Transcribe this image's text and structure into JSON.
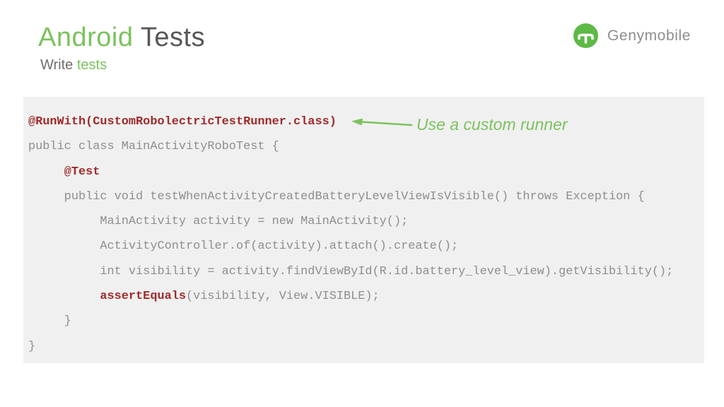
{
  "slide": {
    "header": {
      "title": {
        "accent": "Android ",
        "rest": "Tests"
      },
      "subtitle": {
        "lead": "Write ",
        "accent": "tests"
      }
    },
    "logo": {
      "brand": "Genymobile"
    },
    "annotation": {
      "label": "Use a custom runner"
    },
    "code": {
      "lines": [
        {
          "red": "@RunWith(CustomRobolectricTestRunner.class)"
        },
        {
          "gray": "public class MainActivityRoboTest {"
        },
        {
          "red": "     @Test"
        },
        {
          "gray": "     public void testWhenActivityCreatedBatteryLevelViewIsVisible() throws Exception {"
        },
        {
          "gray": "          MainActivity activity = new MainActivity();"
        },
        {
          "gray": "          ActivityController.of(activity).attach().create();"
        },
        {
          "gray": "          int visibility = activity.findViewById(R.id.battery_level_view).getVisibility();"
        },
        {
          "red": "          assertEquals",
          "gray": "(visibility, View.VISIBLE);"
        },
        {
          "gray": "     }"
        },
        {
          "gray": "}"
        }
      ]
    },
    "colors": {
      "accent_green": "#7cc25e",
      "logo_green": "#5eb946",
      "code_red": "#a02b2b",
      "code_gray": "#8e8e8e",
      "code_background": "#f0f0f0",
      "title_gray": "#57575a"
    }
  }
}
